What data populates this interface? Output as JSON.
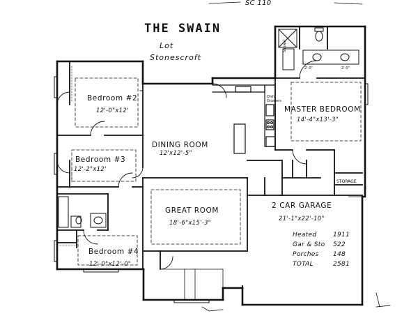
{
  "header": {
    "title": "THE SWAIN",
    "lot": "Lot",
    "subdivision": "Stonescroft",
    "top_scribble": "SC 110"
  },
  "rooms": {
    "bedroom2": {
      "name": "Bedroom #2",
      "dims": "12'-0\"x12'"
    },
    "bedroom3": {
      "name": "Bedroom #3",
      "dims": "12'-2\"x12'"
    },
    "bedroom4": {
      "name": "Bedroom #4",
      "dims": "12'-0\"x12'-0\""
    },
    "dining": {
      "name": "DINING ROOM",
      "dims": "12'x12'-5\""
    },
    "great": {
      "name": "GREAT ROOM",
      "dims": "18'-6\"x15'-3\""
    },
    "master": {
      "name": "MASTER BEDROOM",
      "dims": "14'-4\"x13'-3\""
    },
    "garage": {
      "name": "2 CAR GARAGE",
      "dims": "21'-1\"x22'-10\""
    },
    "storage": {
      "name": "STORAGE"
    },
    "kitchen_note": "Dish Drawers",
    "bath_shower": "Shower",
    "bath_dim1": "2'-0\"",
    "bath_dim2": "2'-0\""
  },
  "totals": {
    "heated_label": "Heated",
    "heated": "1911",
    "garage_label": "Gar & Sto",
    "garage": "522",
    "porches_label": "Porches",
    "porches": "148",
    "total_label": "TOTAL",
    "total": "2581"
  }
}
